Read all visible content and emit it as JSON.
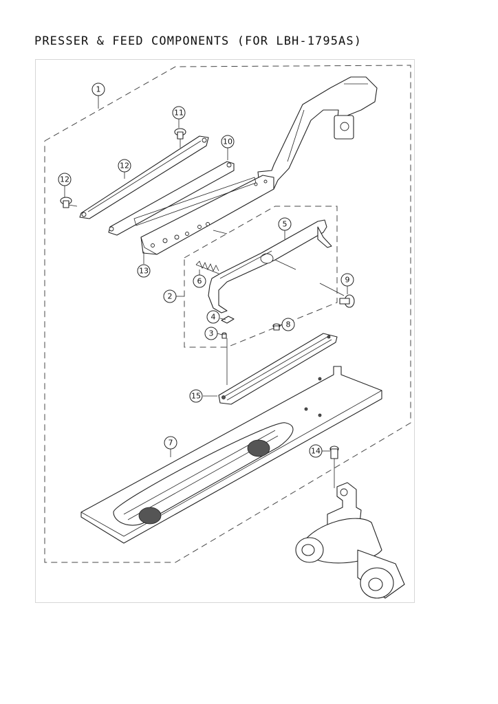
{
  "title": "PRESSER & FEED COMPONENTS (FOR LBH-1795AS)",
  "callouts": [
    "1",
    "2",
    "3",
    "4",
    "5",
    "6",
    "7",
    "8",
    "9",
    "10",
    "11",
    "12",
    "12",
    "13",
    "14",
    "15"
  ]
}
